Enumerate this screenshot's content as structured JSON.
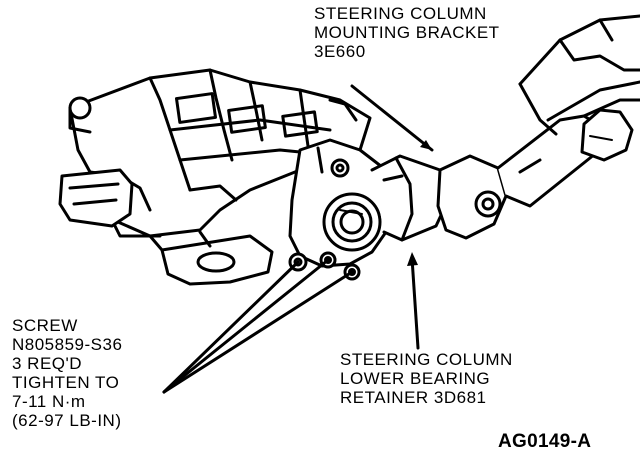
{
  "labels": {
    "mounting_bracket": [
      "STEERING COLUMN",
      "MOUNTING BRACKET",
      "3E660"
    ],
    "screw": [
      "SCREW",
      "N805859-S36",
      "3 REQ'D",
      "TIGHTEN TO",
      "7-11 N·m",
      "(62-97 LB-IN)"
    ],
    "bearing_retainer": [
      "STEERING COLUMN",
      "LOWER BEARING",
      "RETAINER 3D681"
    ],
    "figure_id": "AG0149-A"
  }
}
